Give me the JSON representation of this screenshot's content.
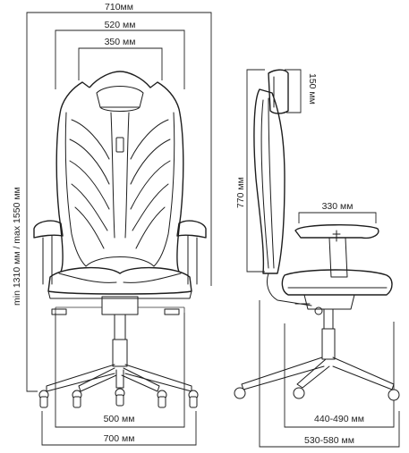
{
  "front_view": {
    "width_outer": "710мм",
    "width_back": "520 мм",
    "width_headrest": "350 мм",
    "height_range": "min 1310 мм / max 1550 мм",
    "base_inner": "500 мм",
    "base_outer": "700 мм"
  },
  "side_view": {
    "headrest_height": "150 мм",
    "back_height": "770 мм",
    "armrest_length": "330 мм",
    "base_inner": "440-490 мм",
    "base_outer": "530-580 мм"
  }
}
